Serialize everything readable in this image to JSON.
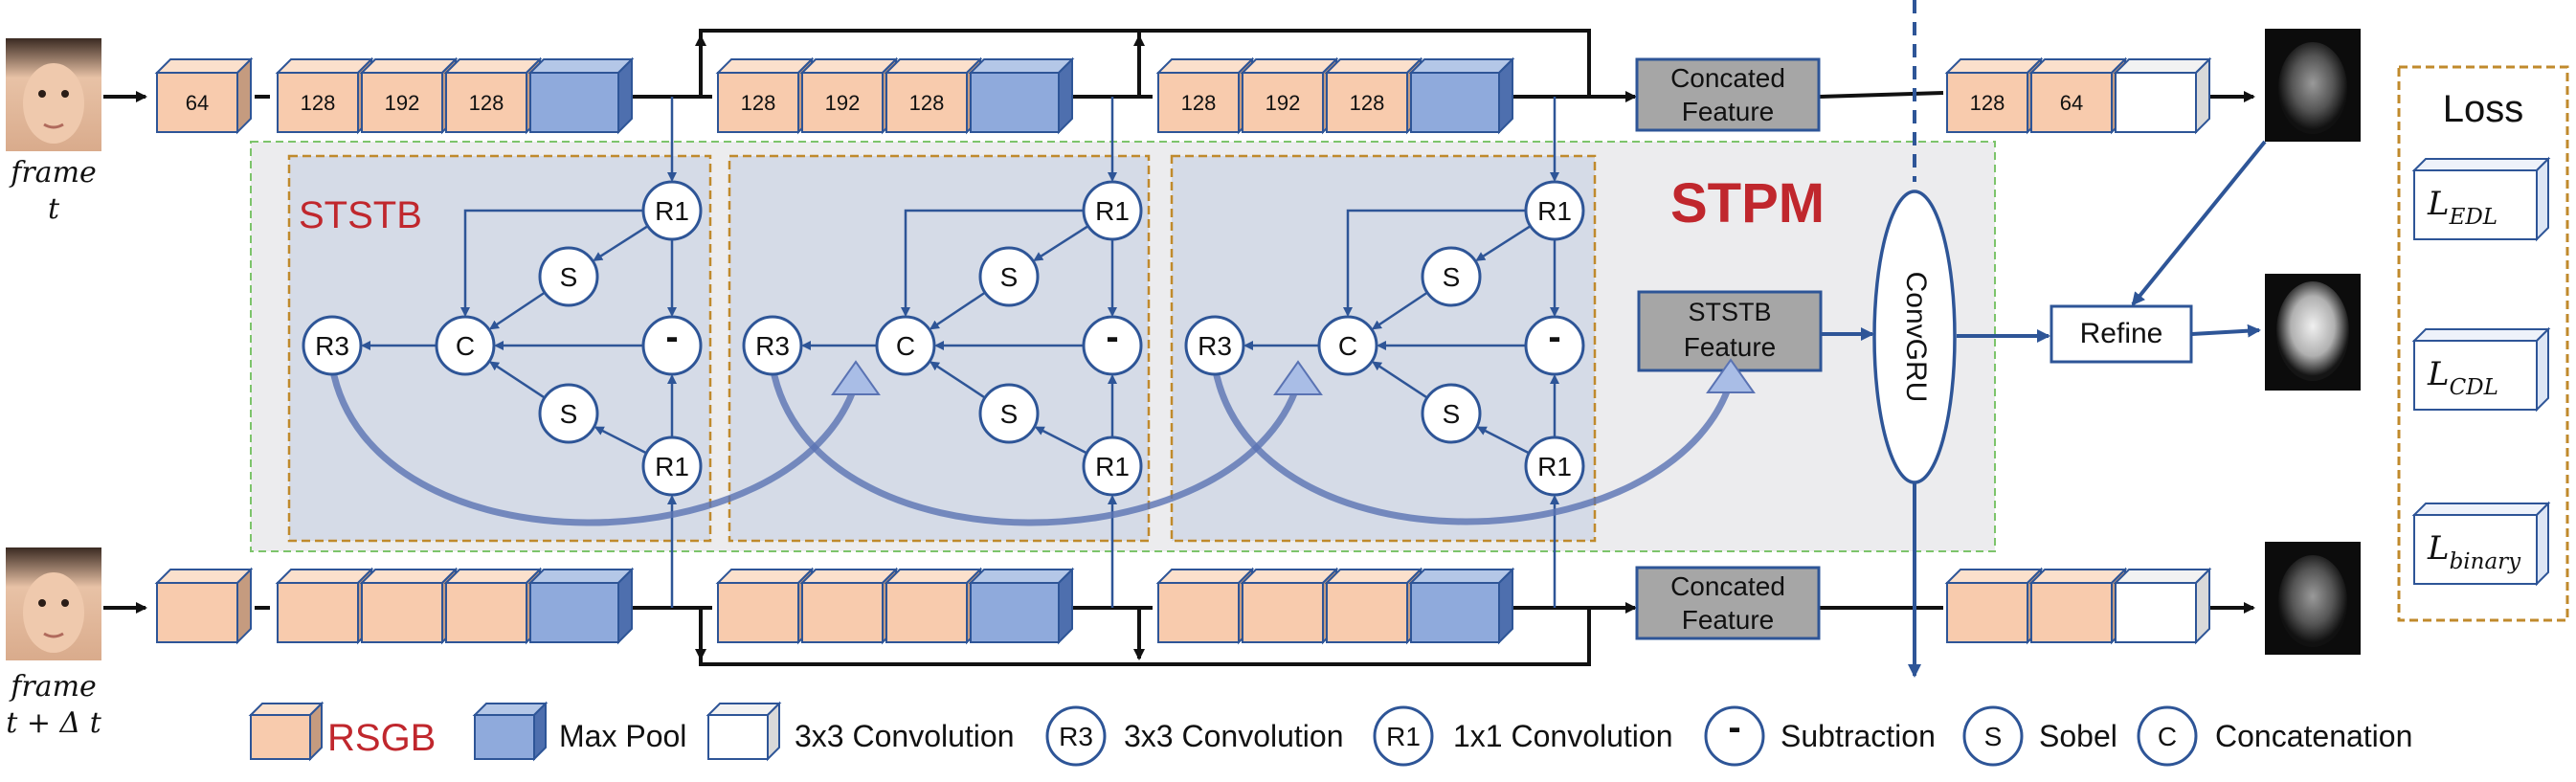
{
  "title_red": "STPM",
  "ststb_label": "STSTB",
  "concated_top": [
    "Concated",
    "Feature"
  ],
  "concated_bottom": [
    "Concated",
    "Feature"
  ],
  "ststb_feature": [
    "STSTB",
    "Feature"
  ],
  "convgru": "ConvGRU",
  "refine": "Refine",
  "loss_title": "Loss",
  "loss_items": [
    {
      "base": "L",
      "sub": "EDL"
    },
    {
      "base": "L",
      "sub": "CDL"
    },
    {
      "base": "L",
      "sub": "binary"
    }
  ],
  "frame_top": [
    "frame",
    "t"
  ],
  "frame_bottom": [
    "frame",
    "t + Δ t"
  ],
  "block_numbers": {
    "first": "64",
    "group": [
      "128",
      "192",
      "128"
    ],
    "decoder": [
      "128",
      "64"
    ]
  },
  "node_labels": {
    "r1": "R1",
    "r3": "R3",
    "s": "S",
    "c": "C",
    "sub": "-"
  },
  "legend": {
    "rsgb": "RSGB",
    "maxpool": "Max Pool",
    "conv3": "3x3 Convolution",
    "r3_text": "3x3 Convolution",
    "r1_text": "1x1 Convolution",
    "sub_text": "Subtraction",
    "sobel_text": "Sobel",
    "concat_text": "Concatenation"
  },
  "colors": {
    "rsgb_fill": "#f8cbad",
    "rsgb_side": "#c59b7f",
    "pool_fill": "#8faadc",
    "pool_side": "#4e6fae",
    "edge": "#2e5597",
    "accent_red": "#c0272d",
    "node_blue": "#2e5597",
    "grey_box": "#a6a6a6"
  }
}
